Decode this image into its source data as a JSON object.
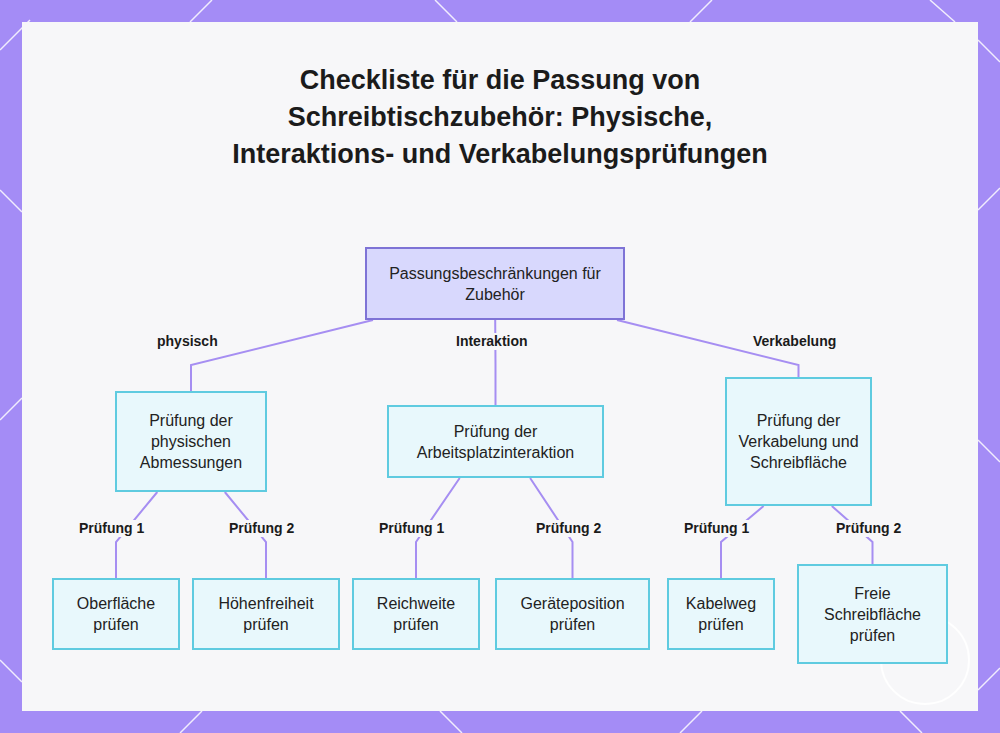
{
  "diagram": {
    "title": "Checkliste für die Passung von Schreibtischzubehör: Physische, Interaktions- und Verkabelungsprüfungen",
    "nodes": [
      {
        "text": [
          "Passungsbeschränkungen für Zubehör"
        ]
      },
      {
        "text": [
          "Prüfung der physischen Abmessungen"
        ]
      },
      {
        "text": [
          "Prüfung der Arbeitsplatzinteraktion"
        ]
      },
      {
        "text": [
          "Prüfung der Verkabelung und Schreibfläche"
        ]
      },
      {
        "text": [
          "Oberfläche prüfen"
        ]
      },
      {
        "text": [
          "Höhenfreiheit prüfen"
        ]
      },
      {
        "text": [
          "Reichweite prüfen"
        ]
      },
      {
        "text": [
          "Geräteposition prüfen"
        ]
      },
      {
        "text": [
          "Kabelweg prüfen"
        ]
      },
      {
        "text": [
          "Freie Schreibfläche prüfen"
        ]
      }
    ],
    "edges": [
      {
        "from": 0,
        "to": 1,
        "arrow": "none",
        "label": "physisch"
      },
      {
        "from": 0,
        "to": 2,
        "arrow": "none",
        "label": "Interaktion"
      },
      {
        "from": 0,
        "to": 3,
        "arrow": "none",
        "label": "Verkabelung"
      },
      {
        "from": 1,
        "to": 4,
        "arrow": "none",
        "label": "Prüfung 1"
      },
      {
        "from": 1,
        "to": 5,
        "arrow": "none",
        "label": "Prüfung 2"
      },
      {
        "from": 2,
        "to": 6,
        "arrow": "none",
        "label": "Prüfung 1"
      },
      {
        "from": 2,
        "to": 7,
        "arrow": "none",
        "label": "Prüfung 2"
      },
      {
        "from": 3,
        "to": 8,
        "arrow": "none",
        "label": "Prüfung 1"
      },
      {
        "from": 3,
        "to": 9,
        "arrow": "none",
        "label": "Prüfung 2"
      }
    ]
  }
}
